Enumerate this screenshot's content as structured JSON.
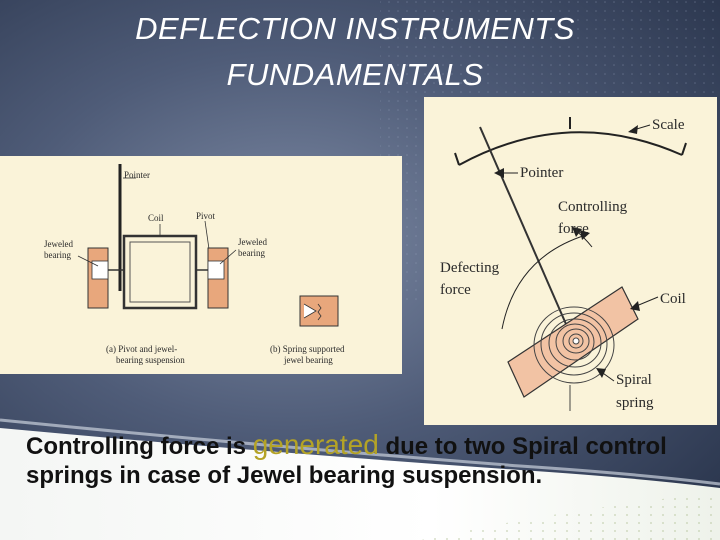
{
  "slide": {
    "title_line1": "DEFLECTION INSTRUMENTS",
    "title_line2": "FUNDAMENTALS",
    "colors": {
      "background_center": "#7d8aa4",
      "background_edge": "#263148",
      "figure_background": "#faf3d9",
      "highlight_word": "#b4a326",
      "title_text": "#ffffff",
      "body_text": "#111111"
    }
  },
  "figure_left": {
    "label_pointer": "Pointer",
    "label_coil": "Coil",
    "label_pivot": "Pivot",
    "label_jeweled_left_1": "Jeweled",
    "label_jeweled_left_2": "bearing",
    "label_jeweled_right_1": "Jeweled",
    "label_jeweled_right_2": "bearing",
    "caption_a_1": "(a) Pivot and jewel-",
    "caption_a_2": "bearing suspension",
    "caption_b_1": "(b) Spring supported",
    "caption_b_2": "jewel bearing"
  },
  "figure_right": {
    "label_scale": "Scale",
    "label_pointer": "Pointer",
    "label_controlling_1": "Controlling",
    "label_controlling_2": "force",
    "label_deflecting_1": "Defecting",
    "label_deflecting_2": "force",
    "label_coil": "Coil",
    "label_spiral_1": "Spiral",
    "label_spiral_2": "spring"
  },
  "body": {
    "part1": "Controlling force is ",
    "highlight": "generated",
    "part2": " due to two Spiral control springs  in case of Jewel bearing suspension."
  }
}
